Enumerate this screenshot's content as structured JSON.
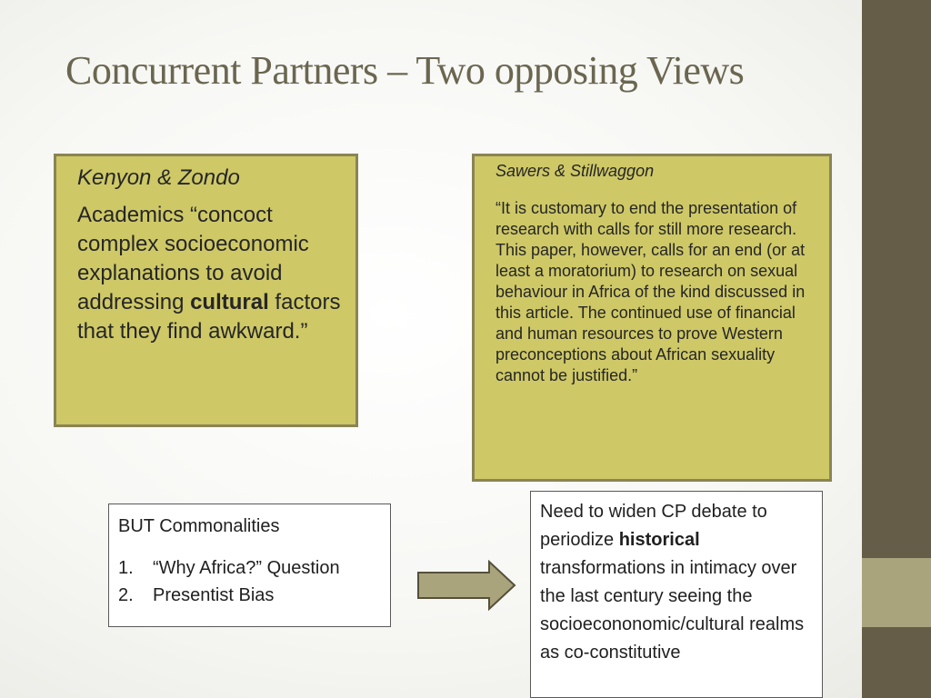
{
  "slide": {
    "title": "Concurrent Partners – Two opposing Views"
  },
  "left_box": {
    "author": "Kenyon & Zondo",
    "quote_before": "Academics “concoct complex socioeconomic explanations to avoid addressing ",
    "quote_bold": "cultural",
    "quote_after": " factors that they find awkward.”"
  },
  "right_box": {
    "author": "Sawers & Stillwaggon",
    "quote": "“It is customary to end the presentation of research with calls for still more research. This paper, however, calls for an end (or at least a moratorium) to research on sexual behaviour in Africa of the kind discussed in this article. The continued use of financial and human resources to prove Western preconceptions about African sexuality cannot be justified.”"
  },
  "commonalities": {
    "heading": "BUT Commonalities",
    "items": [
      {
        "num": "1.",
        "text": "“Why Africa?” Question"
      },
      {
        "num": "2.",
        "text": "Presentist Bias"
      }
    ]
  },
  "conclusion": {
    "text_before": "Need to widen CP debate to periodize ",
    "text_bold": "historical",
    "text_after": " transformations in intimacy over the last century seeing the socioecononomic/cultural realms as co-constitutive"
  },
  "colors": {
    "sidebar": "#655d47",
    "sidebar_accent": "#a9a47c",
    "title": "#6a6650",
    "olive_fill": "#cec867",
    "olive_border": "#8a8456",
    "arrow_fill": "#a9a47c"
  },
  "icons": {
    "arrow": "right-arrow-icon"
  }
}
